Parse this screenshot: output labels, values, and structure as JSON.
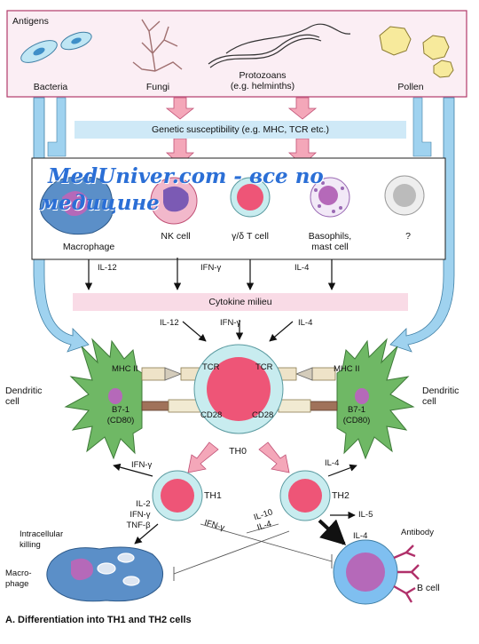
{
  "antigens": {
    "title": "Antigens",
    "items": [
      {
        "label": "Bacteria"
      },
      {
        "label": "Fungi"
      },
      {
        "label": "Protozoans\n(e.g. helminths)"
      },
      {
        "label": "Pollen"
      }
    ]
  },
  "genetic_bar": "Genetic susceptibility (e.g. MHC, TCR etc.)",
  "watermark": {
    "line1": "MedUniver.com - все по",
    "line2": "медицине"
  },
  "cells": [
    {
      "label": "Macrophage"
    },
    {
      "label": "NK cell"
    },
    {
      "label": "γ/δ T cell"
    },
    {
      "label": "Basophils,\nmast cell"
    },
    {
      "label": "?"
    }
  ],
  "cell_cytokines": [
    "IL-12",
    "IFN-γ",
    "IL-4"
  ],
  "cytokine_bar": "Cytokine milieu",
  "center_cytokines": [
    "IL-12",
    "IFN-γ",
    "IL-4"
  ],
  "dendritic": {
    "left_label": "Dendritic\ncell",
    "right_label": "Dendritic\ncell",
    "mhc": "MHC II",
    "b7": "B7-1\n(CD80)"
  },
  "tcell": {
    "tcr": "TCR",
    "cd28": "CD28",
    "label": "TH0"
  },
  "th1": {
    "label": "TH1",
    "out_cytokine": "IFN-γ",
    "secretes": "IL-2\nIFN-γ\nTNF-β",
    "inhibit_label": "IFN-γ"
  },
  "th2": {
    "label": "TH2",
    "out_cytokine": "IL-4",
    "il5": "IL-5",
    "il4": "IL-4",
    "inhibit_label": "IL-10\nIL-4"
  },
  "macrophage": {
    "killing": "Intracellular\nkilling",
    "label": "Macro-\nphage"
  },
  "bcell": {
    "antibody": "Antibody",
    "label": "B cell"
  },
  "caption": "A. Differentiation into TH1 and TH2 cells",
  "colors": {
    "pink_cell": "#ee5577",
    "cell_ring": "#c8ecef",
    "dendritic": "#6fb865",
    "macrophage_blue": "#5b8fc8",
    "bcell_blue": "#7fbff0",
    "purple": "#b569b9",
    "arrow_pink": "#f4a7b9",
    "arrow_blue": "#9fd2ef",
    "genetic_bar": "#cfe9f7",
    "cytokine_bar": "#f9dbe6"
  }
}
